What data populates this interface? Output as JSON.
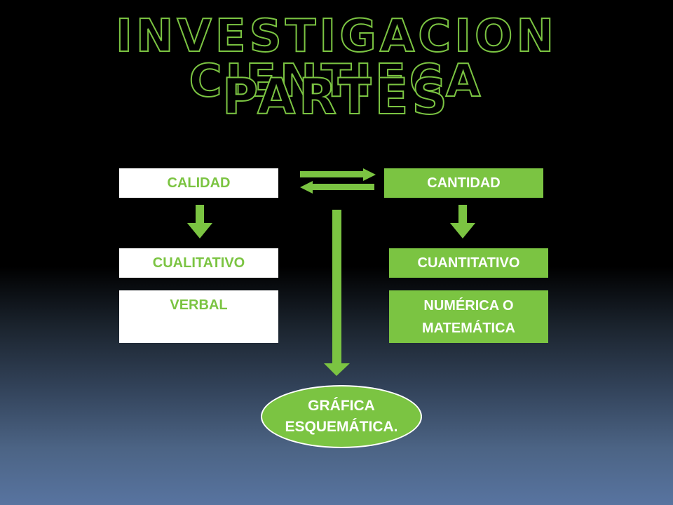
{
  "title": {
    "line1": "INVESTIGACION CIENTIFCA",
    "line2": "PARTES"
  },
  "boxes": {
    "calidad": "CALIDAD",
    "cantidad": "CANTIDAD",
    "cualitativo": "CUALITATIVO",
    "cuantitativo": "CUANTITATIVO",
    "verbal": "VERBAL",
    "numerica_line1": "NUMÉRICA O",
    "numerica_line2": "MATEMÁTICA"
  },
  "oval": {
    "line1": "GRÁFICA",
    "line2": "ESQUEMÁTICA."
  },
  "colors": {
    "accent_green": "#7bc442",
    "white": "#ffffff",
    "background_top": "#000000",
    "background_bottom": "#5874a0"
  }
}
